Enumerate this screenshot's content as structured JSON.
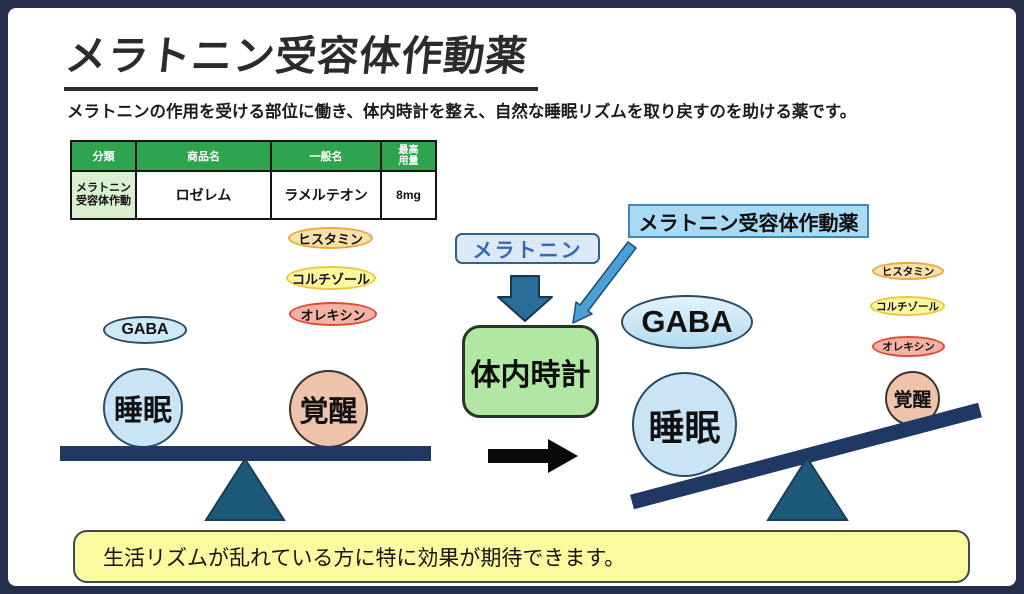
{
  "page": {
    "title": "メラトニン受容体作動薬",
    "subtitle": "メラトニンの作用を受ける部位に働き、体内時計を整え、自然な睡眠リズムを取り戻すのを助ける薬です。",
    "footer_note": "生活リズムが乱れている方に特に効果が期待できます。"
  },
  "table": {
    "headers": [
      "分類",
      "商品名",
      "一般名",
      "最高用量"
    ],
    "row": {
      "category": "メラトニン受容体作動",
      "brand": "ロゼレム",
      "generic": "ラメルテオン",
      "max_dose": "8mg"
    }
  },
  "diagram": {
    "melatonin": "メラトニン",
    "body_clock": "体内時計",
    "drug": "メラトニン受容体作動薬",
    "gaba": "GABA",
    "sleep": "睡眠",
    "wake": "覚醒",
    "histamine": "ヒスタミン",
    "cortisol": "コルチゾール",
    "orexin": "オレキシン"
  },
  "colors": {
    "frame_navy": "#26304D",
    "table_header_green": "#2EA44F",
    "table_category_green": "#D8EFD0",
    "body_clock_green": "#B2E6A3",
    "melatonin_blue_bg": "#DBE9F7",
    "melatonin_blue_text": "#3468B0",
    "drug_label_blue": "#A8DBF3",
    "sleep_blue": "#C9E4F4",
    "wake_peach": "#EEC3AC",
    "histamine_orange": "#F9E0AB",
    "cortisol_yellow": "#FCF6A1",
    "orexin_red": "#F4B2A6",
    "beam_navy": "#1F3864",
    "fulcrum_teal": "#1D5A7A",
    "arrow_blue": "#2A6D99",
    "diagonal_arrow_blue": "#4AA0D5",
    "banner_yellow": "#F9FB9E"
  }
}
